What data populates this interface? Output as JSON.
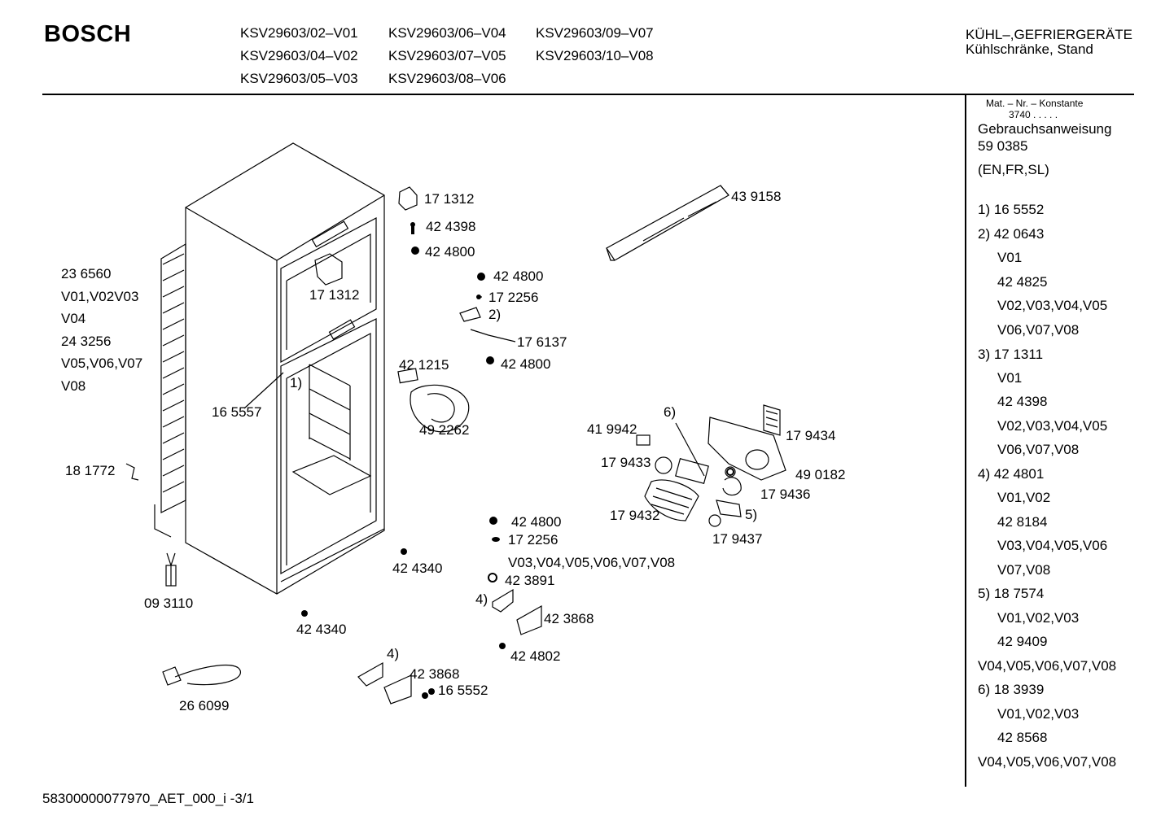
{
  "brand": "BOSCH",
  "models": [
    "KSV29603/02–V01",
    "KSV29603/06–V04",
    "KSV29603/09–V07",
    "KSV29603/04–V02",
    "KSV29603/07–V05",
    "KSV29603/10–V08",
    "KSV29603/05–V03",
    "KSV29603/08–V06"
  ],
  "category": {
    "line1": "KÜHL–,GEFRIERGERÄTE",
    "line2": "Kühlschränke, Stand"
  },
  "sidebar": {
    "mat_header": "Mat. – Nr. – Konstante",
    "mat_value": "3740 .  .  .  .  .",
    "manual_title": "Gebrauchsanweisung",
    "manual_number": "59 0385",
    "manual_languages": "(EN,FR,SL)",
    "items": [
      "1) 16 5552",
      "2) 42 0643",
      "V01",
      "42 4825",
      "V02,V03,V04,V05",
      "V06,V07,V08",
      "3) 17 1311",
      "V01",
      "42 4398",
      "V02,V03,V04,V05",
      "V06,V07,V08",
      "4) 42 4801",
      "V01,V02",
      "42 8184",
      "V03,V04,V05,V06",
      "V07,V08",
      "5) 18 7574",
      "V01,V02,V03",
      "42 9409",
      "V04,V05,V06,V07,V08",
      "6) 18 3939",
      "V01,V02,V03",
      "42 8568",
      "V04,V05,V06,V07,V08"
    ]
  },
  "parts": [
    "17 1312",
    "42 4398",
    "42 4800",
    "42 4800",
    "17 2256",
    "2)",
    "17 6137",
    "42 4800",
    "17 1312",
    "43 9158",
    "23 6560",
    "V01,V02V03",
    "V04",
    "24 3256",
    "V05,V06,V07",
    "V08",
    "42 1215",
    "1)",
    "16 5557",
    "49 2262",
    "41 9942",
    "6)",
    "17 9434",
    "17 9433",
    "49 0182",
    "17 9436",
    "18 1772",
    "17 9432",
    "5)",
    "17 9437",
    "42 4800",
    "17 2256",
    "V03,V04,V05,V06,V07,V08",
    "42 4340",
    "42 3891",
    "4)",
    "42 3868",
    "09 3110",
    "42 4340",
    "42 4802",
    "4)",
    "42 3868",
    "16 5552",
    "26 6099"
  ],
  "footer": "58300000077970_AET_000_i    -3/1"
}
